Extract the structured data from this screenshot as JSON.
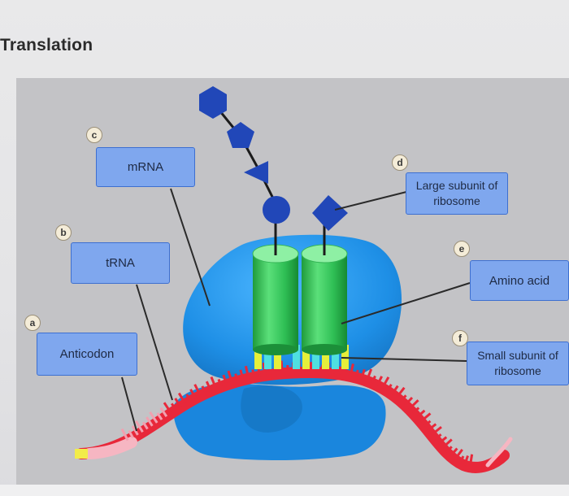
{
  "page": {
    "title": "Translation"
  },
  "labels": {
    "mrna": "mRNA",
    "trna": "tRNA",
    "anticodon": "Anticodon",
    "large_subunit": "Large subunit of ribosome",
    "amino_acid": "Amino acid",
    "small_subunit": "Small subunit of ribosome"
  },
  "badges": {
    "a": "a",
    "b": "b",
    "c": "c",
    "d": "d",
    "e": "e",
    "f": "f"
  },
  "colors": {
    "label_fill": "#7fa7ee",
    "label_border": "#3d6fd0",
    "ribosome": "#1e8fe6",
    "trna": "#33c95a",
    "mrna": "#e8283a",
    "amino_acid": "#2147b8",
    "codon_yellow": "#e6ef3a",
    "codon_cyan": "#4fe0e0"
  }
}
